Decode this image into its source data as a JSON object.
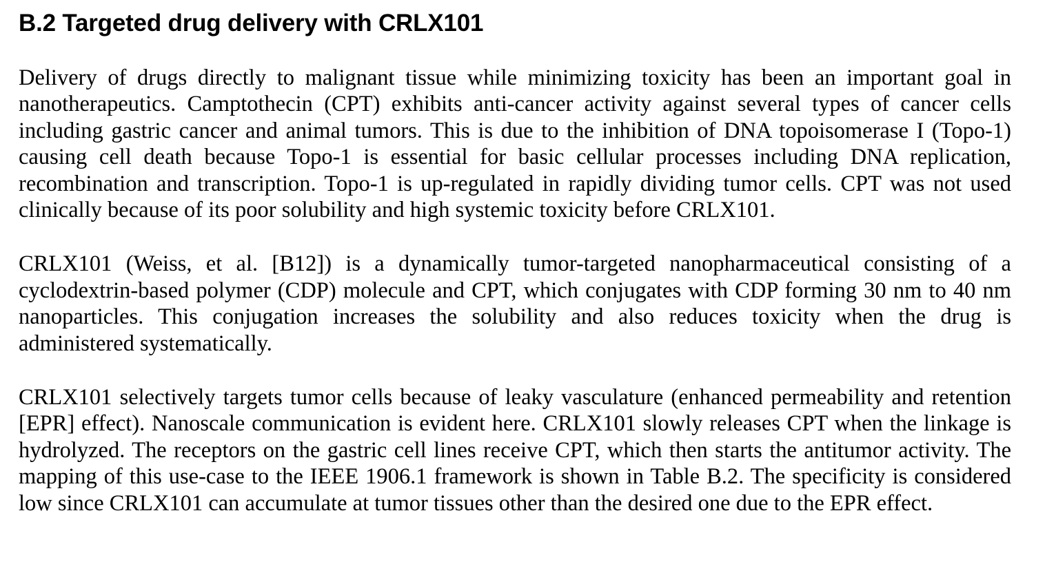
{
  "section": {
    "heading": "B.2 Targeted drug delivery with CRLX101"
  },
  "paragraphs": [
    "Delivery of drugs directly to malignant tissue while minimizing toxicity has been an important goal in nanotherapeutics. Camptothecin (CPT) exhibits anti-cancer activity against several types of cancer cells including gastric cancer and animal tumors. This is due to the inhibition of DNA topoisomerase I (Topo-1) causing cell death because Topo-1 is essential for basic cellular processes including DNA replication, recombination and transcription. Topo-1 is up-regulated in rapidly dividing tumor cells. CPT was not used clinically because of its poor solubility and high systemic toxicity before CRLX101.",
    "CRLX101 (Weiss, et al. [B12]) is a dynamically tumor-targeted nanopharmaceutical consisting of a cyclodextrin-based polymer (CDP) molecule and CPT, which conjugates with CDP forming 30 nm to 40 nm nanoparticles. This conjugation increases the solubility and also reduces toxicity when the drug is administered systematically.",
    "CRLX101 selectively targets tumor cells because of leaky vasculature (enhanced permeability and retention [EPR] effect). Nanoscale communication is evident here. CRLX101 slowly releases CPT when the linkage is hydrolyzed. The receptors on the gastric cell lines receive CPT, which then starts the antitumor activity. The mapping of this use-case to the IEEE 1906.1 framework is shown in Table B.2. The specificity is considered low since CRLX101 can accumulate at tumor tissues other than the desired one due to the EPR effect."
  ]
}
